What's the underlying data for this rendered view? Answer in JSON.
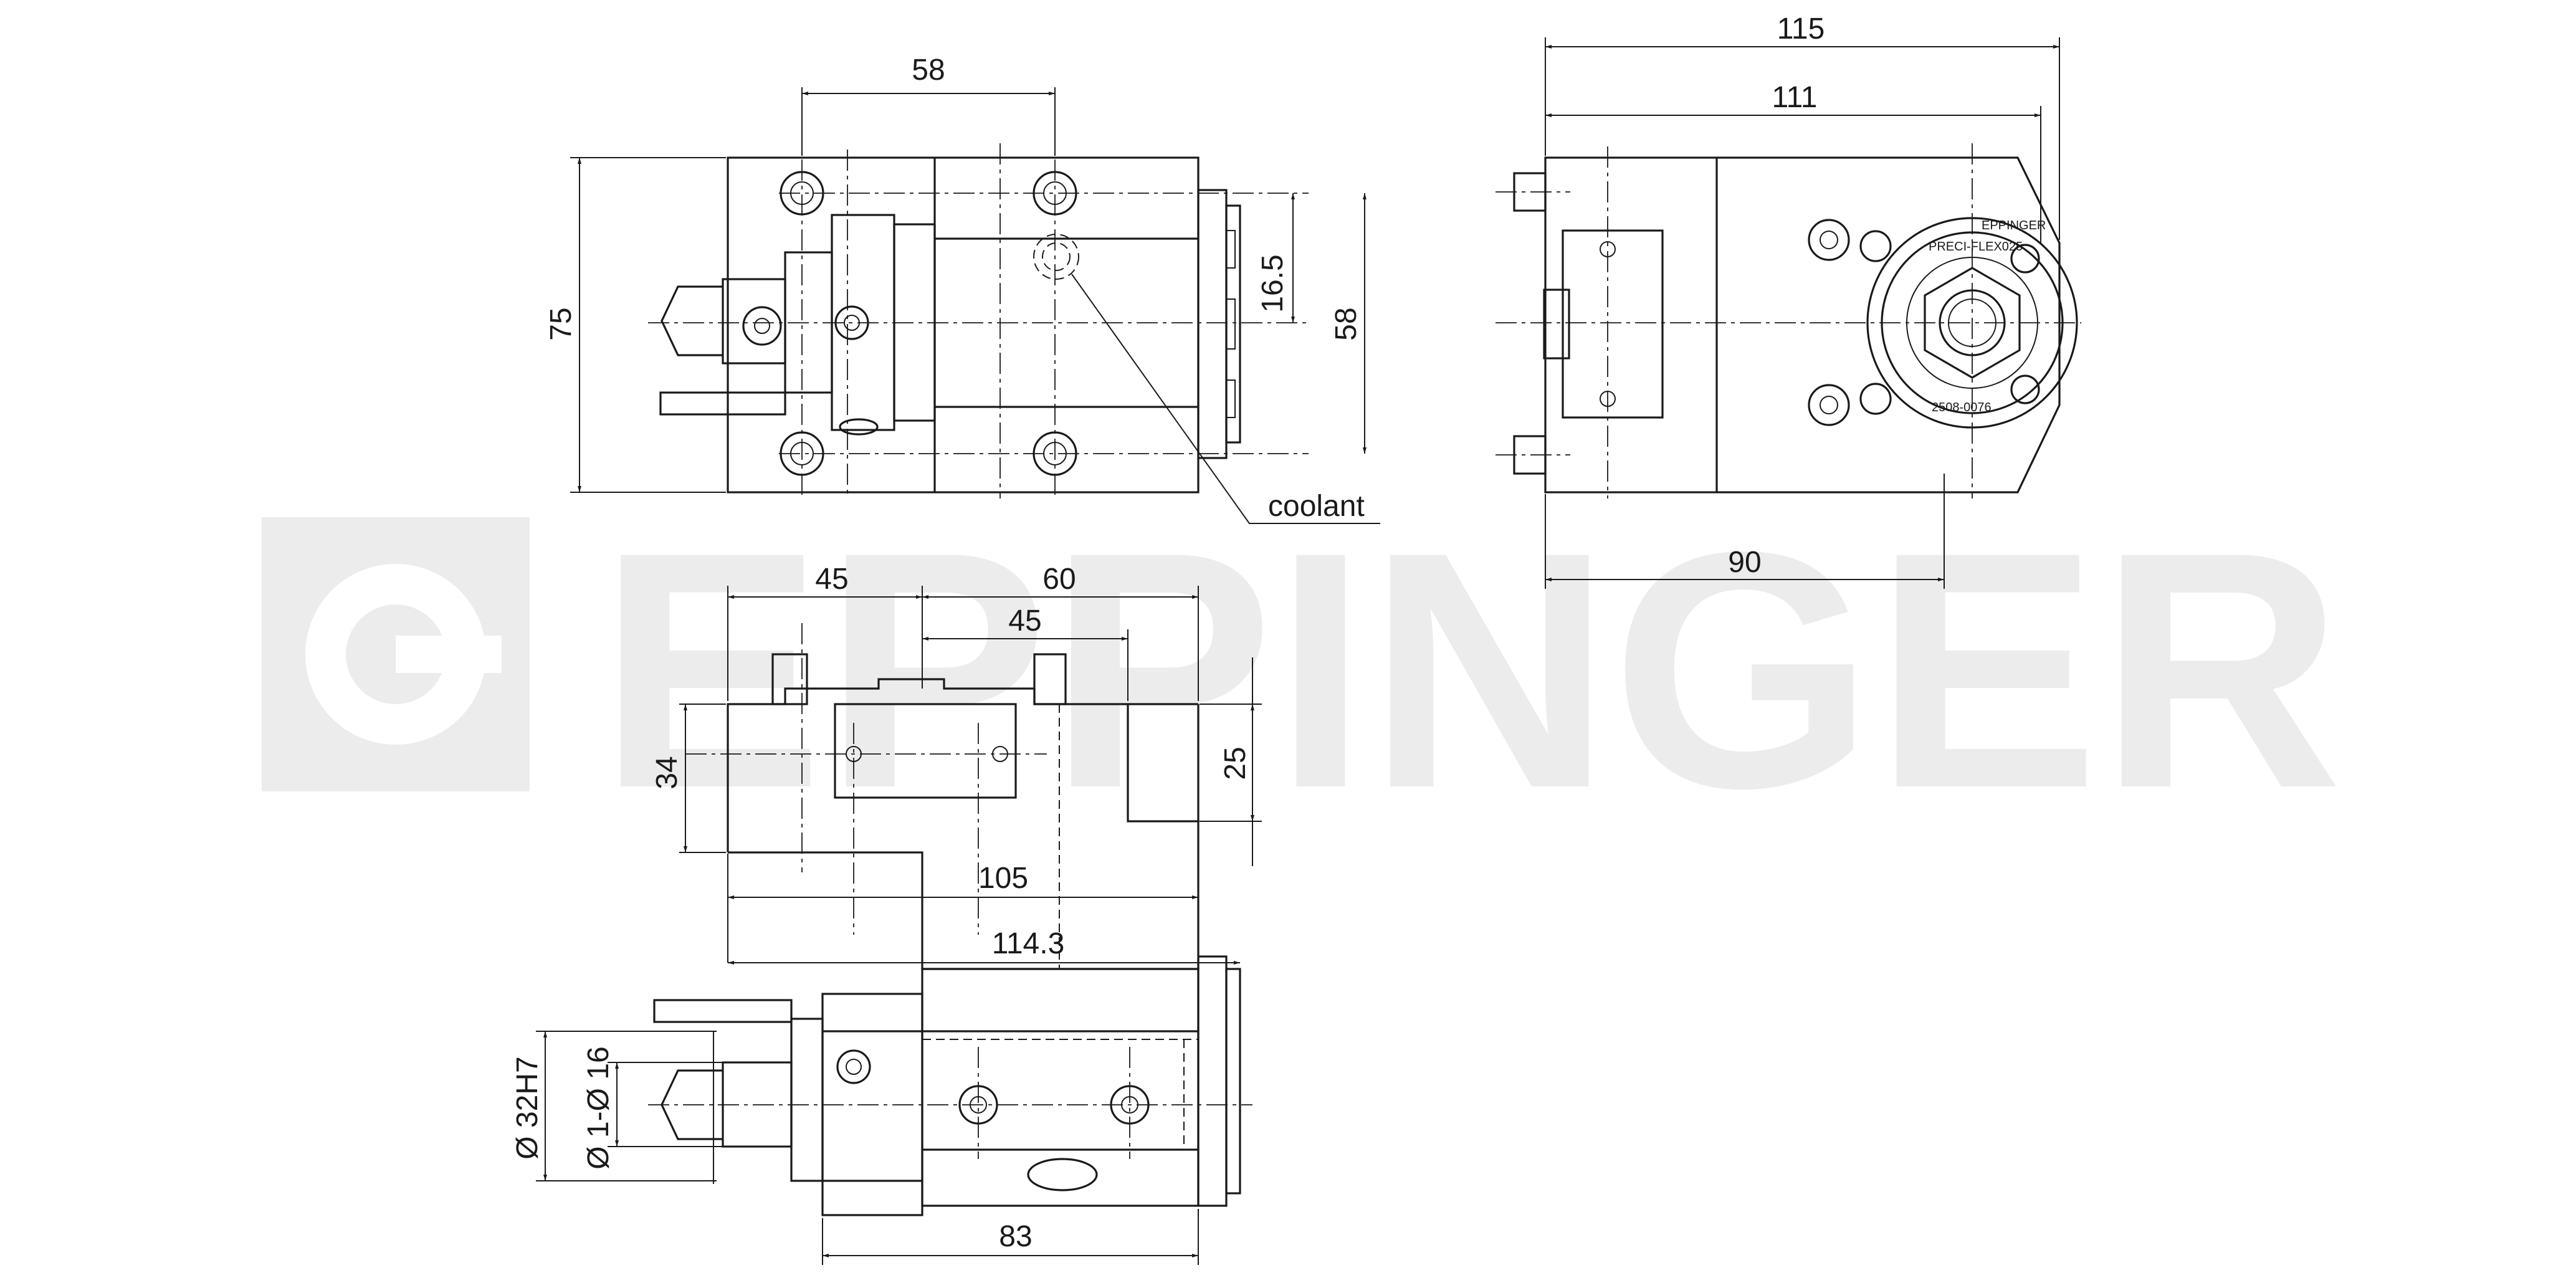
{
  "watermark": {
    "brand": "EPPINGER"
  },
  "labels": {
    "coolant": "coolant"
  },
  "view_top": {
    "dims": [
      "58",
      "75",
      "16.5",
      "58"
    ]
  },
  "view_side": {
    "dims": [
      "115",
      "111",
      "90"
    ],
    "plate_text": [
      "EPPINGER",
      "PRECI-FLEX025",
      "2508-0076"
    ]
  },
  "view_front": {
    "dims": [
      "45",
      "60",
      "45",
      "34",
      "25",
      "105",
      "114.3",
      "83"
    ],
    "rotated_dims": [
      "Ø 32H7",
      "Ø 1-Ø 16"
    ]
  },
  "colors": {
    "line": "#1a1a1a",
    "watermark": "#ececec"
  }
}
